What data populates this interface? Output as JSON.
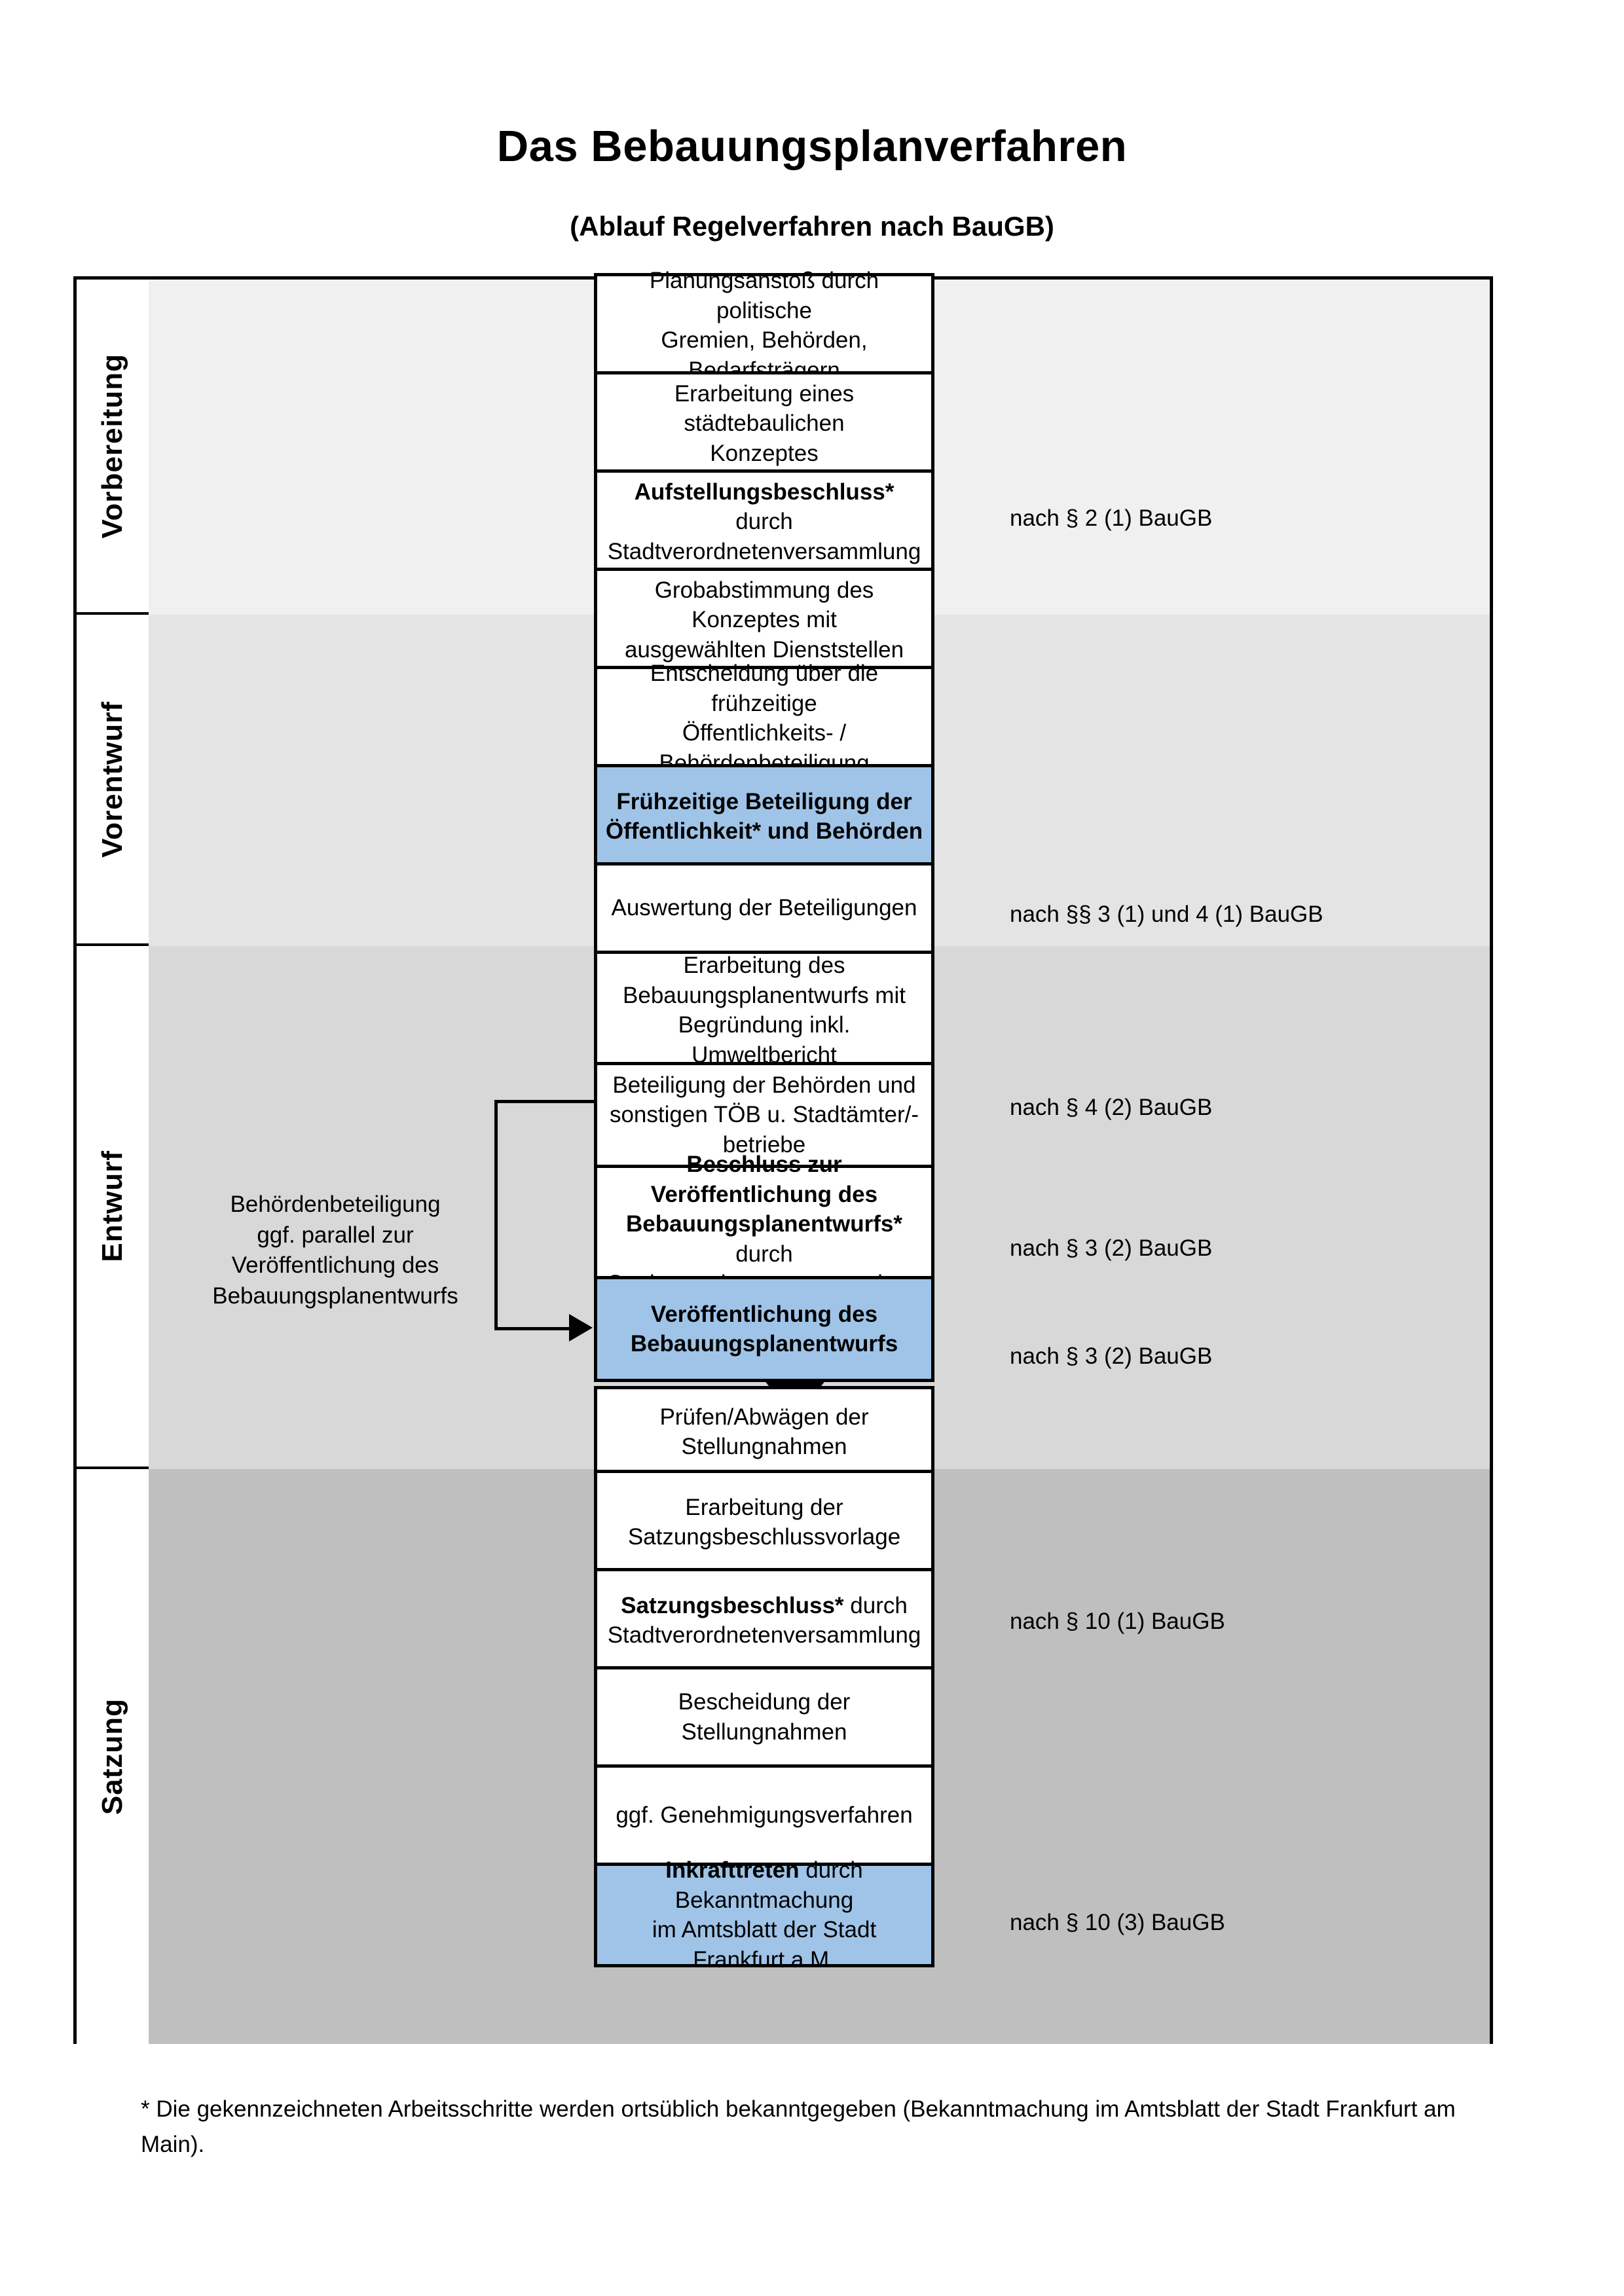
{
  "document": {
    "title": "Das Bebauungsplanverfahren",
    "subtitle": "(Ablauf Regelverfahren nach BauGB)",
    "footnote": "* Die gekennzeichneten Arbeitsschritte werden ortsüblich bekanntgegeben (Bekanntmachung im Amtsblatt  der Stadt Frankfurt am Main)."
  },
  "colors": {
    "highlight_blue": "#9FC4E8",
    "band_vorbereitung": "#F0F0F0",
    "band_vorentwurf": "#E4E4E4",
    "band_entwurf": "#D8D8D8",
    "band_satzung": "#BFBFBF",
    "outline": "#000000"
  },
  "phases": [
    {
      "label": "Vorbereitung"
    },
    {
      "label": "Vorentwurf"
    },
    {
      "label": "Entwurf"
    },
    {
      "label": "Satzung"
    }
  ],
  "steps": [
    {
      "id": "planungsanstoss",
      "line1": "Planungsanstoß durch politische",
      "line2": "Gremien, Behörden, Bedarfsträgern",
      "bold": "",
      "highlighted": false
    },
    {
      "id": "staedtebauliches-konzept",
      "line1": "Erarbeitung eines städtebaulichen",
      "line2": "Konzeptes",
      "bold": "",
      "highlighted": false
    },
    {
      "id": "aufstellungsbeschluss",
      "bold": "Aufstellungsbeschluss*",
      "line1": " durch",
      "line2": "Stadtverordnetenversammlung",
      "highlighted": false
    },
    {
      "id": "grobabstimmung",
      "line1": "Grobabstimmung des Konzeptes mit",
      "line2": "ausgewählten Dienststellen",
      "bold": "",
      "highlighted": false
    },
    {
      "id": "entscheidung-fruehzeitige",
      "line1": "Entscheidung über die frühzeitige",
      "line2": "Öffentlichkeits- / Behördenbeteiligung",
      "bold": "",
      "highlighted": false
    },
    {
      "id": "fruehzeitige-beteiligung",
      "bold": "Frühzeitige Beteiligung der",
      "line2bold": "Öffentlichkeit* und Behörden",
      "highlighted": true
    },
    {
      "id": "auswertung-beteiligungen",
      "line1": "Auswertung der Beteiligungen",
      "line2": "",
      "bold": "",
      "highlighted": false
    },
    {
      "id": "erarbeitung-bplanentwurf",
      "line1": "Erarbeitung des",
      "line2": "Bebauungsplanentwurfs mit",
      "line3": "Begründung inkl. Umweltbericht",
      "bold": "",
      "highlighted": false
    },
    {
      "id": "beteiligung-behoerden-toeb",
      "line1": "Beteiligung der Behörden und",
      "line2": "sonstigen TÖB u. Stadtämter/-betriebe",
      "bold": "",
      "highlighted": false
    },
    {
      "id": "beschluss-veroeffentlichung",
      "bold": "Beschluss zur Veröffentlichung des",
      "bold2": "Bebauungsplanentwurfs*",
      "line2": " durch",
      "line3": "Stadtverordnetenversammlung",
      "highlighted": false
    },
    {
      "id": "veroeffentlichung-bplanentwurf",
      "bold": "Veröffentlichung des",
      "line2bold": "Bebauungsplanentwurfs",
      "highlighted": true
    },
    {
      "id": "pruefen-abwaegen",
      "line1": "Prüfen/Abwägen der Stellungnahmen",
      "line2": "",
      "bold": "",
      "highlighted": false
    },
    {
      "id": "satzungsbeschlussvorlage",
      "line1": "Erarbeitung der",
      "line2": "Satzungsbeschlussvorlage",
      "bold": "",
      "highlighted": false
    },
    {
      "id": "satzungsbeschluss",
      "bold": "Satzungsbeschluss*",
      "line1": " durch",
      "line2": "Stadtverordnetenversammlung",
      "highlighted": false
    },
    {
      "id": "bescheidung-stellungnahmen",
      "line1": "Bescheidung der Stellungnahmen",
      "line2": "",
      "bold": "",
      "highlighted": false
    },
    {
      "id": "genehmigungsverfahren",
      "line1": "ggf. Genehmigungsverfahren",
      "line2": "",
      "bold": "",
      "highlighted": false
    },
    {
      "id": "inkrafttreten",
      "bold": "Inkrafttreten",
      "line1": " durch Bekanntmachung",
      "line2": "im Amtsblatt der Stadt Frankfurt a.M.",
      "highlighted": true
    }
  ],
  "legal_refs": [
    {
      "id": "ref-par2-1",
      "text": "nach § 2 (1) BauGB"
    },
    {
      "id": "ref-par3-1-4-1",
      "text": "nach §§ 3 (1) und 4 (1) BauGB"
    },
    {
      "id": "ref-par4-2",
      "text": "nach § 4 (2) BauGB"
    },
    {
      "id": "ref-par3-2-a",
      "text": "nach § 3 (2) BauGB"
    },
    {
      "id": "ref-par3-2-b",
      "text": "nach § 3 (2) BauGB"
    },
    {
      "id": "ref-par10-1",
      "text": "nach § 10 (1) BauGB"
    },
    {
      "id": "ref-par10-3",
      "text": "nach § 10 (3) BauGB"
    }
  ],
  "side_note": {
    "line1": "Behördenbeteiligung",
    "line2": "ggf. parallel zur",
    "line3": "Veröffentlichung des",
    "line4": "Bebauungsplanentwurfs"
  }
}
